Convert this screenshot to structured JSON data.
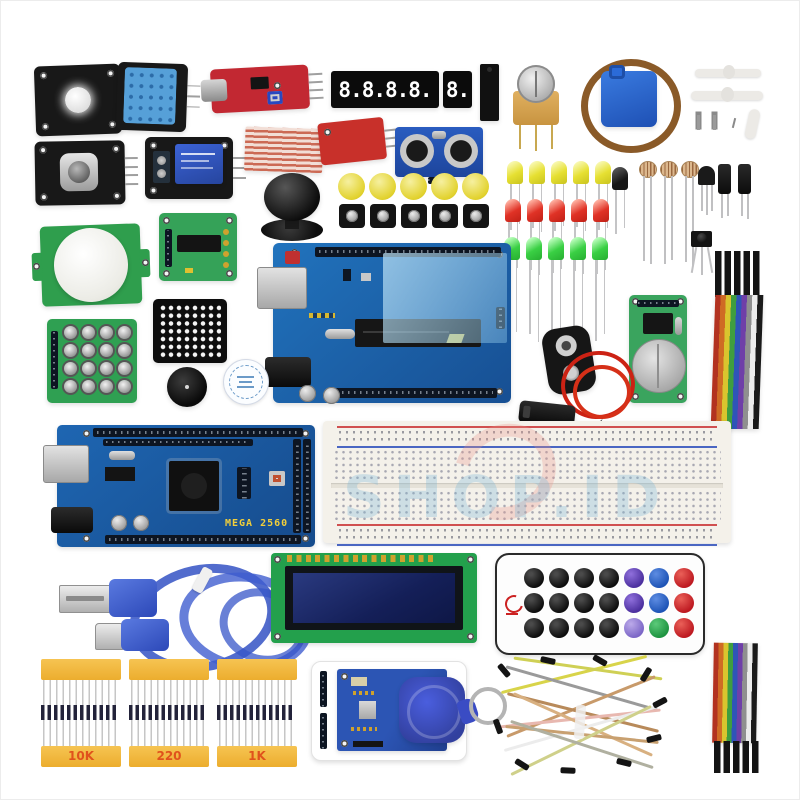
{
  "photo": {
    "description": "Arduino starter kit: UNO R3 and MEGA 2560 boards, breadboard, sensors, displays, LEDs, cables and accessories laid out on a white background",
    "background_color": "#ffffff",
    "watermark_text": "SHOP.ID"
  },
  "labels": {
    "mega_board": "MEGA 2560",
    "seven_segment_4digit": "8.8.8.8.",
    "seven_segment_1digit": "8.",
    "resistors": [
      "10K",
      "220",
      "1K"
    ]
  },
  "colors": {
    "arduino_blue": "#1e6fb8",
    "pcb_green": "#33a257",
    "module_red": "#c52a30",
    "relay_blue": "#2f55c8",
    "servo_blue": "#2b6bd8",
    "led_yellow": "#e6e032",
    "led_red": "#e03226",
    "led_green": "#3ad044",
    "resistor_tape": "#f2b93f",
    "resistor_label": "#e0521c",
    "keyfob_blue": "#3b4fd0",
    "breadboard": "#f4f1ea"
  },
  "components": [
    "rgb-led-module",
    "dht11-humidity-sensor",
    "sound-sensor-module",
    "4-digit-7-segment-display",
    "1-digit-7-segment-display",
    "shift-register-ic",
    "rotary-potentiometer",
    "sg90-servo",
    "servo-horns-and-screws",
    "push-button-module",
    "relay-module",
    "water-level-sensor",
    "ultrasonic-sensor-hc-sr04",
    "joystick-thumb-cap",
    "yellow-button-caps",
    "tactile-push-buttons",
    "arduino-uno-r3",
    "pir-motion-sensor",
    "uln2003-driver-board",
    "led-assortment",
    "ir-led",
    "photoresistors",
    "transistor",
    "electrolytic-capacitors",
    "ir-receiver",
    "4x4-button-keypad",
    "8x8-led-dot-matrix",
    "piezo-buzzer",
    "round-label-sticker",
    "rtc-module",
    "9v-battery-clip",
    "dc-barrel-jack-adapter",
    "rainbow-ribbon-jumper-cables",
    "arduino-mega-2560",
    "830-point-breadboard",
    "usb-cable",
    "lcd1602-display",
    "ir-remote-control",
    "resistor-packs",
    "rfid-rc522-module",
    "rfid-key-fob",
    "rfid-card",
    "male-male-jumper-wires"
  ]
}
